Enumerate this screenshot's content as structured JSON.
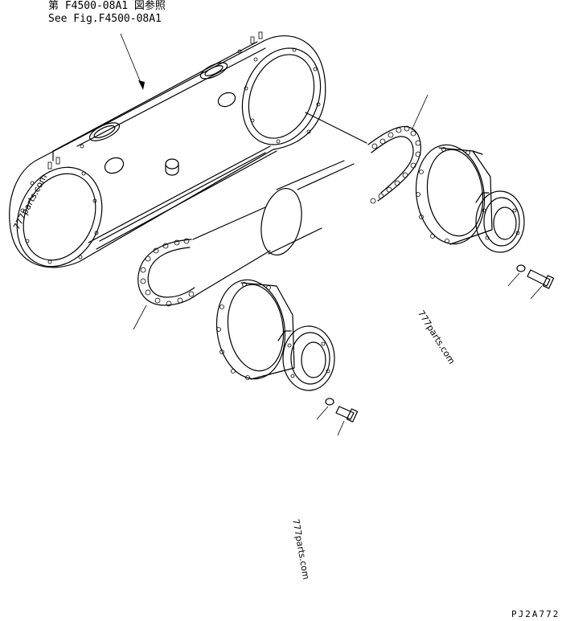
{
  "reference": {
    "line1": "第 F4500-08A1 図参照",
    "line2": "See Fig.F4500-08A1"
  },
  "watermarks": [
    "777parts.com",
    "777parts.com",
    "777parts.com"
  ],
  "drawing_code": "PJ2A772"
}
